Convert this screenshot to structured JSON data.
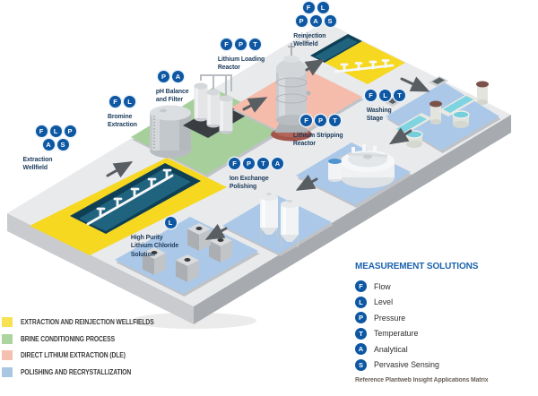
{
  "scene": {
    "stations": [
      {
        "id": "extraction-wellfield",
        "label": "Extraction\nWellfield",
        "badge_rows": [
          [
            "F",
            "L",
            "P"
          ],
          [
            "A",
            "S"
          ]
        ]
      },
      {
        "id": "bromine-extraction",
        "label": "Bromine\nExtraction",
        "badge_rows": [
          [
            "F",
            "L"
          ]
        ]
      },
      {
        "id": "ph-balance-filter",
        "label": "pH Balance\nand Filter",
        "badge_rows": [
          [
            "P",
            "A"
          ]
        ]
      },
      {
        "id": "lithium-loading",
        "label": "Lithium Loading\nReactor",
        "badge_rows": [
          [
            "F",
            "P",
            "T"
          ]
        ]
      },
      {
        "id": "reinjection-wellfield",
        "label": "Reinjection\nWellfield",
        "badge_rows": [
          [
            "F",
            "L"
          ],
          [
            "P",
            "A",
            "S"
          ]
        ]
      },
      {
        "id": "washing-stage",
        "label": "Washing\nStage",
        "badge_rows": [
          [
            "F",
            "L",
            "T"
          ]
        ]
      },
      {
        "id": "lithium-stripping",
        "label": "Lithium Stripping\nReactor",
        "badge_rows": [
          [
            "F",
            "P",
            "T"
          ]
        ]
      },
      {
        "id": "ion-exchange",
        "label": "Ion Exchange\nPolishing",
        "badge_rows": [
          [
            "F",
            "P",
            "T",
            "A"
          ]
        ]
      },
      {
        "id": "high-purity-solution",
        "label": "High Purity\nLithium Chloride\nSolution",
        "badge_rows": [
          [
            "L"
          ]
        ]
      }
    ]
  },
  "legend": {
    "items": [
      {
        "color": "#F8E153",
        "label": "EXTRACTION AND REINJECTION WELLFIELDS"
      },
      {
        "color": "#ABD49E",
        "label": "BRINE CONDITIONING PROCESS"
      },
      {
        "color": "#F6C0B1",
        "label": "DIRECT LITHIUM EXTRACTION (DLE)"
      },
      {
        "color": "#A9C6E3",
        "label": "POLISHING AND RECRYSTALLIZATION"
      }
    ]
  },
  "measurement_solutions": {
    "title": "MEASUREMENT SOLUTIONS",
    "items": [
      {
        "badge": "F",
        "label": "Flow"
      },
      {
        "badge": "L",
        "label": "Level"
      },
      {
        "badge": "P",
        "label": "Pressure"
      },
      {
        "badge": "T",
        "label": "Temperature"
      },
      {
        "badge": "A",
        "label": "Analytical"
      },
      {
        "badge": "S",
        "label": "Pervasive Sensing"
      }
    ],
    "reference": "Reference Plantweb Insight Applications Matrix"
  },
  "colors": {
    "badge_blue": "#0D57A3",
    "label_navy": "#1B3A5A",
    "heading_blue": "#1B62AD",
    "zone_yellow": "#F6D821",
    "zone_green": "#A6CF9B",
    "zone_pink": "#F5BCAC",
    "zone_blue": "#ABC8E8",
    "trench_teal": "#20637E",
    "trench_dark": "#0E3F55",
    "platform_top": "#E8EAEC",
    "platform_side_left": "#C9CBCE",
    "platform_side_right": "#A7AAAE",
    "arrow_gray": "#595E63",
    "legend_text": "#3B3B3B",
    "reference_text": "#6A6158"
  }
}
